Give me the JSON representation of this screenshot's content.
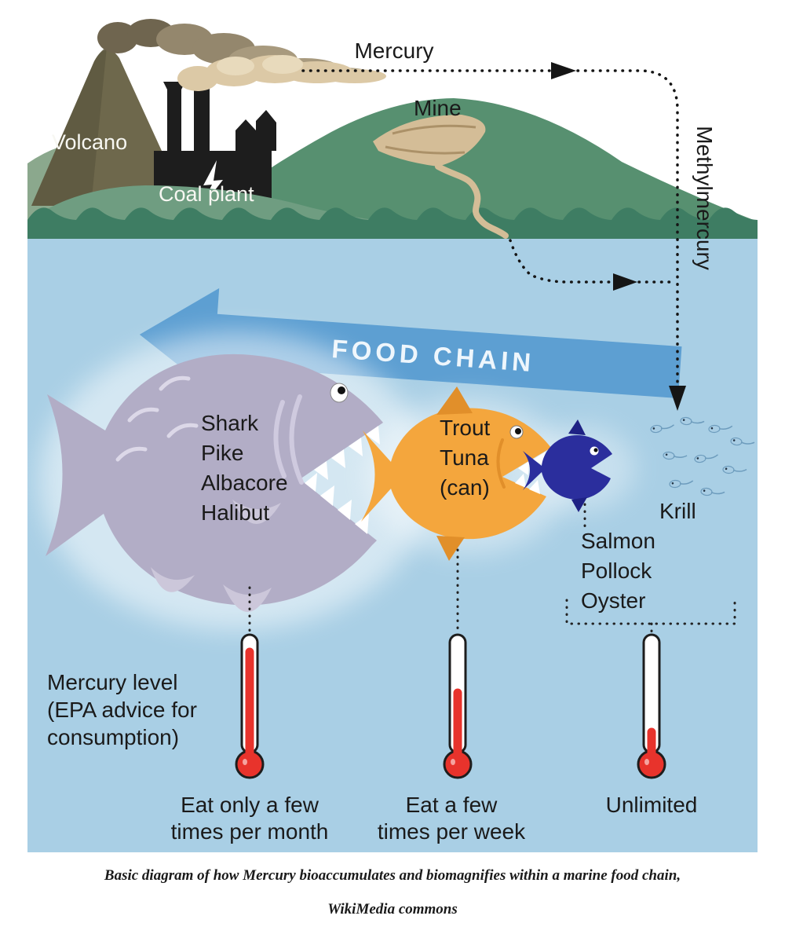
{
  "sky": {
    "mercury_label": "Mercury",
    "methylmercury_label": "Methylmercury"
  },
  "land": {
    "volcano_label": "Volcano",
    "coal_plant_label": "Coal plant",
    "mine_label": "Mine"
  },
  "ocean": {
    "food_chain_arrow_label": "FOOD CHAIN",
    "large_fish_names": [
      "Shark",
      "Pike",
      "Albacore",
      "Halibut"
    ],
    "medium_fish_names": [
      "Trout",
      "Tuna",
      "(can)"
    ],
    "small_fish_names": [
      "Salmon",
      "Pollock",
      "Oyster"
    ],
    "krill_label": "Krill"
  },
  "mercury_levels": {
    "heading_lines": [
      "Mercury level",
      "(EPA advice for",
      "consumption)"
    ],
    "thermometers": [
      {
        "advice_line1": "Eat only a few",
        "advice_line2": "times per month",
        "fill_percent": 88,
        "fill_top_y": "830"
      },
      {
        "advice_line1": "Eat a few",
        "advice_line2": "times per week",
        "fill_percent": 51,
        "fill_top_y": "882"
      },
      {
        "advice_line1": "Unlimited",
        "advice_line2": "",
        "fill_percent": 17,
        "fill_top_y": "932"
      }
    ]
  },
  "caption": {
    "line1": "Basic diagram of how Mercury bioaccumulates and biomagnifies within a marine food chain,",
    "line2": "WikiMedia commons"
  },
  "colors": {
    "water": "#a9cfe5",
    "hill_green": "#579070",
    "wave_green": "#3e7d63",
    "food_chain_arrow": "#5d9fd2",
    "large_fish": "#b2adc6",
    "medium_fish": "#f4a63d",
    "small_fish": "#2b2e9d",
    "mercury_red": "#e8332c",
    "smoke_tan": "#dcc9a6"
  }
}
